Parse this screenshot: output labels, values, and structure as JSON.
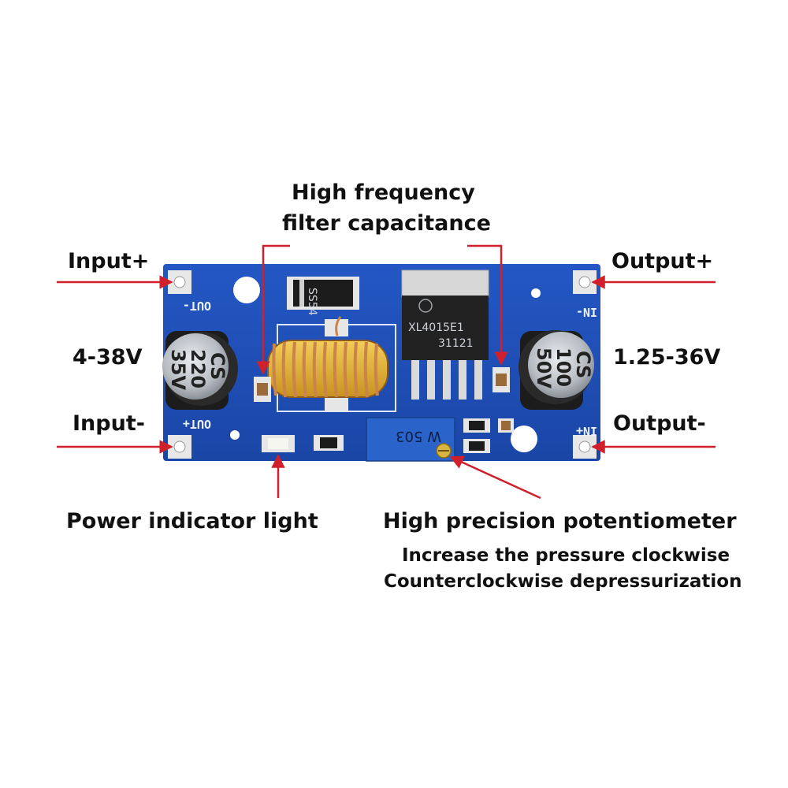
{
  "labels": {
    "capacitance_line1": "High frequency",
    "capacitance_line2": "filter capacitance",
    "input_plus": "Input+",
    "input_minus": "Input-",
    "input_voltage": "4-38V",
    "output_plus": "Output+",
    "output_minus": "Output-",
    "output_voltage": "1.25-36V",
    "power_light": "Power indicator light",
    "potentiometer": "High precision potentiometer",
    "pot_note_1": "Increase the pressure clockwise",
    "pot_note_2": "Counterclockwise depressurization"
  },
  "board": {
    "silk_out_top": "OUT-",
    "silk_out_bottom": "OUT+",
    "silk_in_top": "IN-",
    "silk_in_bottom": "IN+",
    "diode_marking": "SS54",
    "chip_line1": "XL4015E1",
    "chip_line2": "31121",
    "cap_left_line1": "CS",
    "cap_left_line2": "220",
    "cap_left_line3": "35V",
    "cap_right_line1": "CS",
    "cap_right_line2": "100",
    "cap_right_line3": "50V",
    "pot_marking": "W 503"
  },
  "colors": {
    "pcb": "#1f4fb8",
    "arrow": "#d0202c",
    "copper": "#c8844a",
    "core": "#e8b43a",
    "pot": "#2a63c9"
  }
}
